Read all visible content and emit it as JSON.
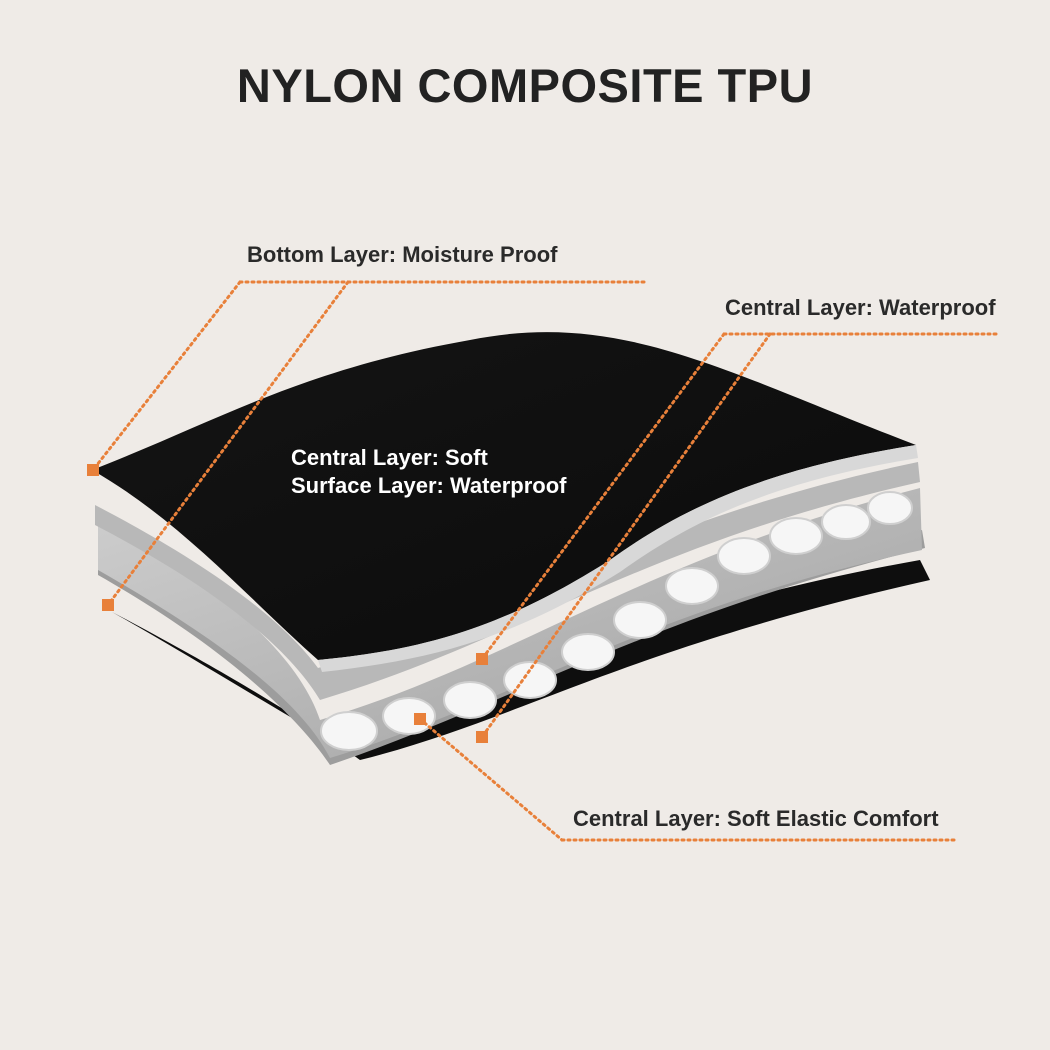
{
  "title": "NYLON COMPOSITE TPU",
  "labels": {
    "bottom_layer": "Bottom Layer: Moisture Proof",
    "central_waterproof": "Central Layer: Waterproof",
    "central_soft": "Central Layer: Soft",
    "surface_waterproof": "Surface Layer: Waterproof",
    "central_elastic": "Central Layer: Soft Elastic Comfort"
  },
  "colors": {
    "background": "#efebe7",
    "accent": "#e8803a",
    "layer_dark": "#111111",
    "layer_gray": "#bdbdbd",
    "cell_white": "#f6f6f6"
  }
}
